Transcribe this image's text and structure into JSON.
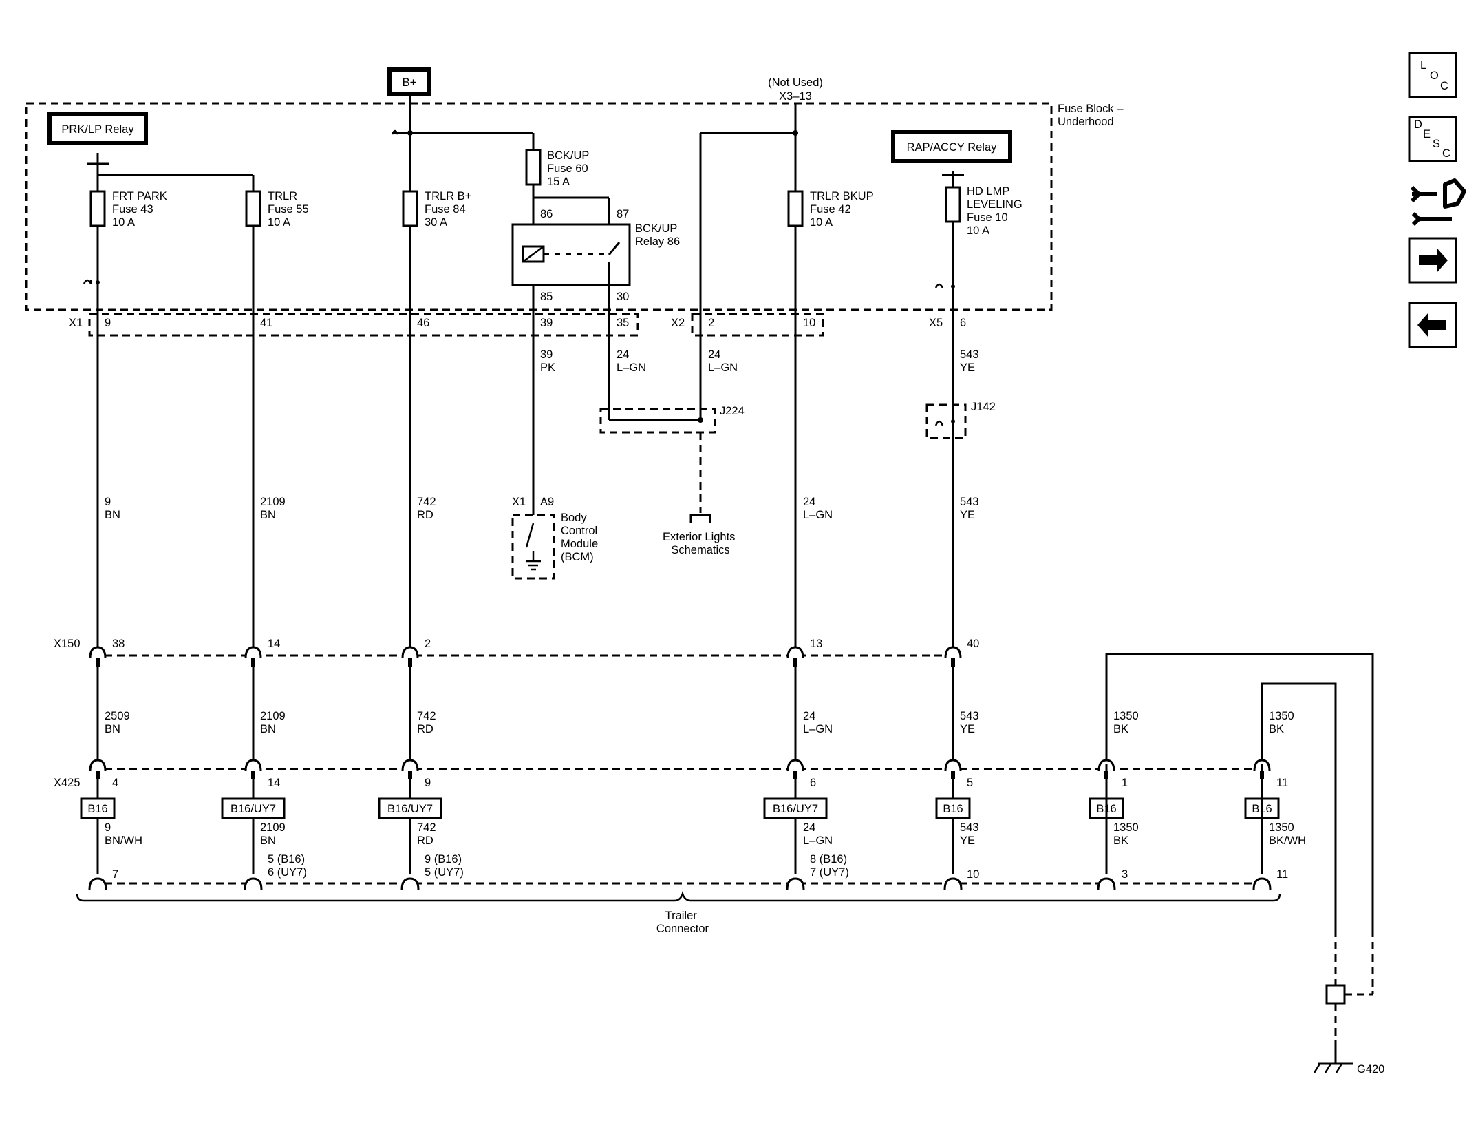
{
  "top": {
    "bplus": "B+",
    "not_used": "(Not Used)",
    "x3_13": "X3–13"
  },
  "fuse_block": {
    "line1": "Fuse Block –",
    "line2": "Underhood"
  },
  "relays": {
    "prk": "PRK/LP Relay",
    "rap": "RAP/ACCY Relay"
  },
  "fuses": {
    "f43": [
      "FRT PARK",
      "Fuse 43",
      "10 A"
    ],
    "f55": [
      "TRLR",
      "Fuse 55",
      "10 A"
    ],
    "f84": [
      "TRLR B+",
      "Fuse 84",
      "30 A"
    ],
    "f60": [
      "BCK/UP",
      "Fuse 60",
      "15 A"
    ],
    "f42": [
      "TRLR BKUP",
      "Fuse 42",
      "10 A"
    ],
    "f10": [
      "HD LMP",
      "LEVELING",
      "Fuse 10",
      "10 A"
    ]
  },
  "bckup_relay": {
    "label": [
      "BCK/UP",
      "Relay 86"
    ],
    "p86": "86",
    "p87": "87",
    "p85": "85",
    "p30": "30"
  },
  "connectors": {
    "x1": "X1",
    "x2": "X2",
    "x5": "X5",
    "x150": "X150",
    "x425": "X425",
    "x1_pins": [
      "9",
      "41",
      "46",
      "39",
      "35"
    ],
    "x2_pins": [
      "2",
      "10"
    ],
    "x5_pin": "6",
    "x150_pins": [
      "38",
      "14",
      "2",
      "13",
      "40"
    ],
    "x425_pins": [
      "4",
      "14",
      "9",
      "6",
      "5",
      "1",
      "11"
    ],
    "trailer_pins": [
      "7",
      "5 (B16)",
      "6 (UY7)",
      "9 (B16)",
      "5 (UY7)",
      "8 (B16)",
      "7 (UY7)",
      "10",
      "3",
      "11"
    ]
  },
  "wires": {
    "w39": [
      "39",
      "PK"
    ],
    "w24a": [
      "24",
      "L–GN"
    ],
    "w24b": [
      "24",
      "L–GN"
    ],
    "w543a": [
      "543",
      "YE"
    ],
    "mid": [
      [
        "9",
        "BN"
      ],
      [
        "2109",
        "BN"
      ],
      [
        "742",
        "RD"
      ],
      [
        "24",
        "L–GN"
      ],
      [
        "543",
        "YE"
      ]
    ],
    "low": [
      [
        "2509",
        "BN"
      ],
      [
        "2109",
        "BN"
      ],
      [
        "742",
        "RD"
      ],
      [
        "24",
        "L–GN"
      ],
      [
        "543",
        "YE"
      ],
      [
        "1350",
        "BK"
      ],
      [
        "1350",
        "BK"
      ]
    ],
    "bottom": [
      [
        "9",
        "BN/WH"
      ],
      [
        "2109",
        "BN"
      ],
      [
        "742",
        "RD"
      ],
      [
        "24",
        "L–GN"
      ],
      [
        "543",
        "YE"
      ],
      [
        "1350",
        "BK"
      ],
      [
        "1350",
        "BK/WH"
      ]
    ]
  },
  "options": [
    "B16",
    "B16/UY7",
    "B16/UY7",
    "B16/UY7",
    "B16",
    "B16",
    "B16"
  ],
  "splices": {
    "j224": "J224",
    "j142": "J142"
  },
  "bcm": {
    "x1": "X1",
    "a9": "A9",
    "label": [
      "Body",
      "Control",
      "Module",
      "(BCM)"
    ]
  },
  "ext_lights": [
    "Exterior Lights",
    "Schematics"
  ],
  "trailer": [
    "Trailer",
    "Connector"
  ],
  "ground": "G420",
  "nav": {
    "loc": [
      "L",
      "O",
      "C"
    ],
    "desc": [
      "D",
      "E",
      "S",
      "C"
    ],
    "connector_icon": "connector-icon",
    "next_icon": "arrow-right-icon",
    "prev_icon": "arrow-left-icon"
  }
}
